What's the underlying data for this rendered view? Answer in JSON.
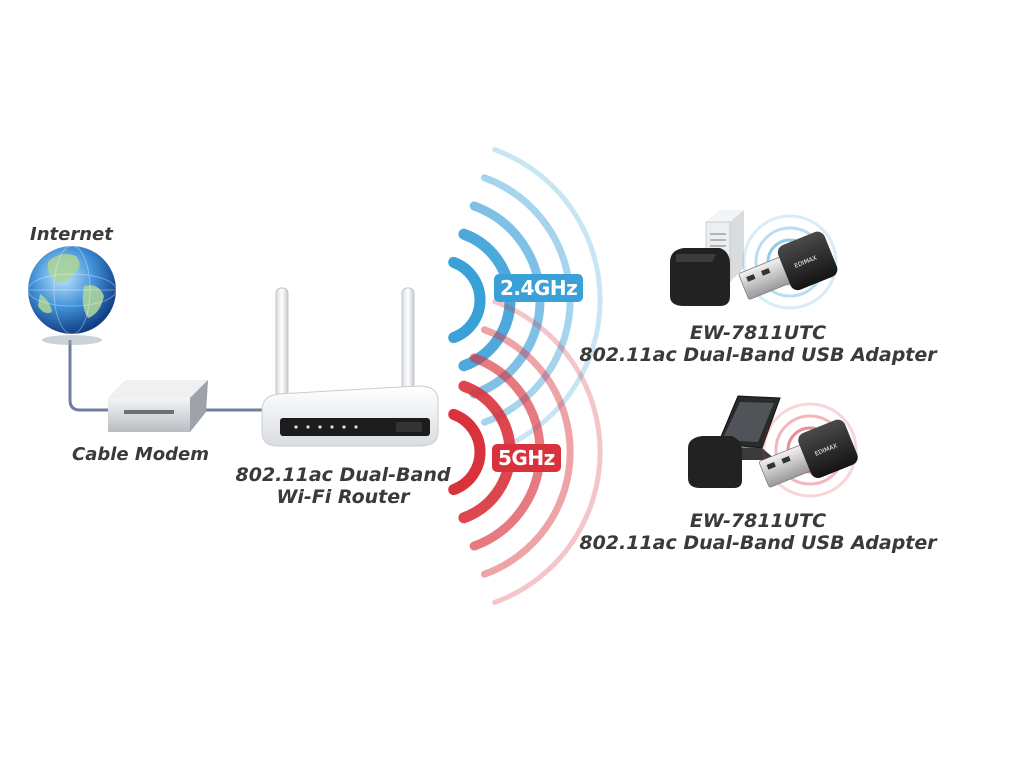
{
  "labels": {
    "internet": "Internet",
    "cable_modem": "Cable Modem",
    "router_line1": "802.11ac Dual-Band",
    "router_line2": "Wi-Fi Router",
    "band_24": "2.4GHz",
    "band_5": "5GHz",
    "device1_model": "EW-7811UTC",
    "device1_desc": "802.11ac Dual-Band USB Adapter",
    "device2_model": "EW-7811UTC",
    "device2_desc": "802.11ac Dual-Band USB Adapter"
  },
  "adapter_brand": "EDIMAX",
  "colors": {
    "band_24": "#3aa0d8",
    "band_5": "#d9323c",
    "label_text": "#3a3a3a",
    "cable": "#6d7f9a"
  },
  "icons": [
    "globe-icon",
    "cable-modem-icon",
    "router-icon",
    "desktop-pc-icon",
    "laptop-icon",
    "usb-adapter-icon"
  ]
}
